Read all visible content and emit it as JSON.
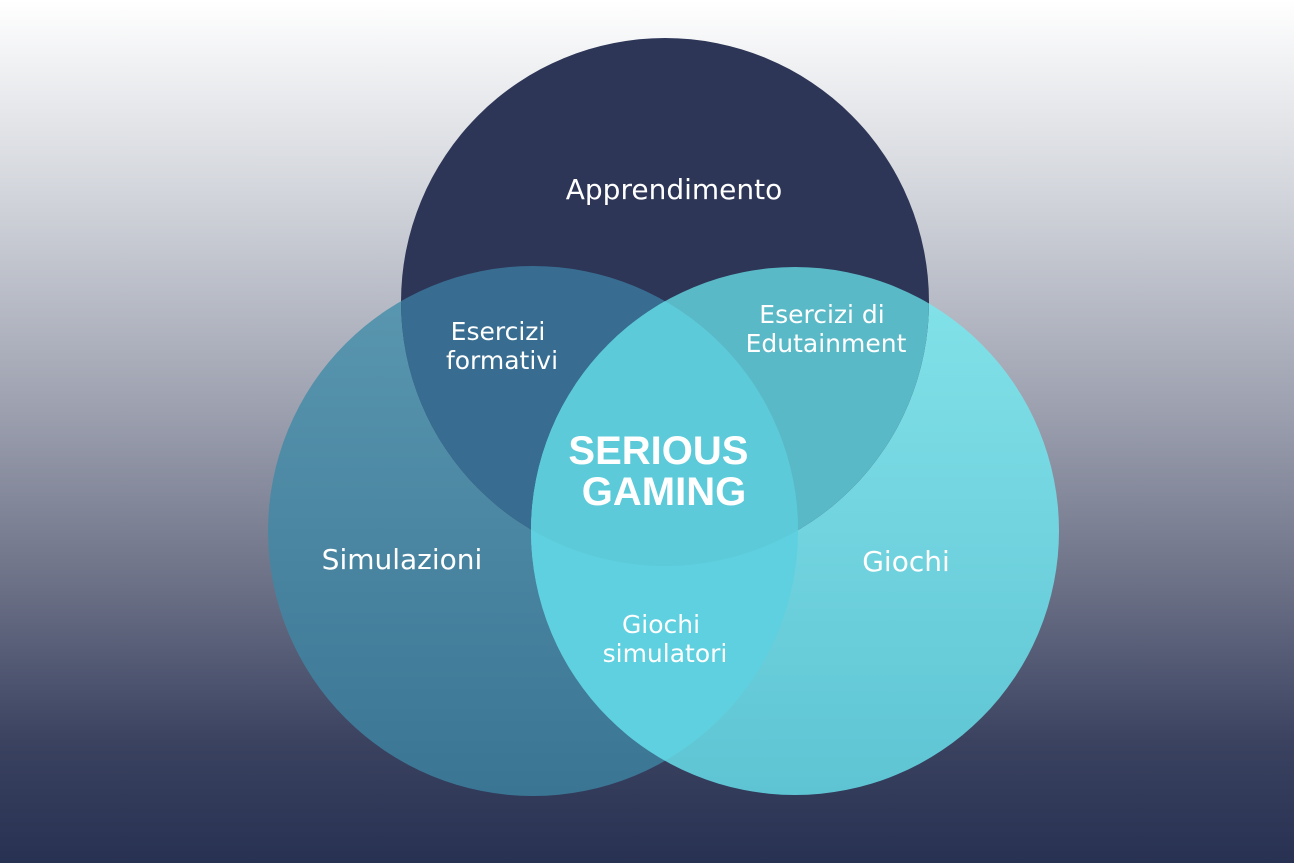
{
  "sets": [
    {
      "id": "apprendimento",
      "label": "Apprendimento"
    },
    {
      "id": "simulazioni",
      "label": "Simulazioni"
    },
    {
      "id": "giochi",
      "label": "Giochi"
    }
  ],
  "intersections": {
    "apprendimento_simulazioni": [
      "Esercizi",
      "formativi"
    ],
    "apprendimento_giochi": [
      "Esercizi di",
      "Edutainment"
    ],
    "simulazioni_giochi": [
      "Giochi",
      "simulatori"
    ]
  },
  "center": [
    "SERIOUS",
    "GAMING"
  ],
  "colors": {
    "apprendimento": "#2d3657",
    "simulazioni_top": "#5b98b0",
    "simulazioni_bottom": "#3a7594",
    "giochi_top": "#84e3ea",
    "giochi_bottom": "#5ec4d3",
    "overlap_app_sim": "#386d91",
    "overlap_app_gio": "#5ab9c7",
    "overlap_sim_gio": "#5fd0df",
    "center": "#5ccad9"
  }
}
